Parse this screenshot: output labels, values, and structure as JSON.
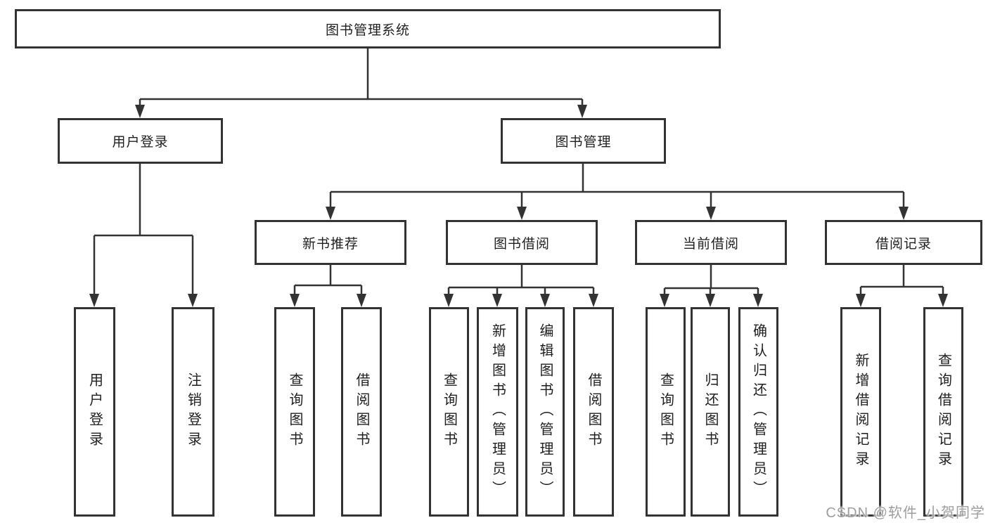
{
  "diagram": {
    "root": {
      "label": "图书管理系统"
    },
    "level2": [
      {
        "label": "用户登录"
      },
      {
        "label": "图书管理"
      }
    ],
    "level3": [
      {
        "label": "新书推荐",
        "parent": "图书管理"
      },
      {
        "label": "图书借阅",
        "parent": "图书管理"
      },
      {
        "label": "当前借阅",
        "parent": "图书管理"
      },
      {
        "label": "借阅记录",
        "parent": "图书管理"
      }
    ],
    "leaves": [
      {
        "label": "用户登录",
        "parent": "用户登录"
      },
      {
        "label": "注销登录",
        "parent": "用户登录"
      },
      {
        "label": "查询图书",
        "parent": "新书推荐"
      },
      {
        "label": "借阅图书",
        "parent": "新书推荐"
      },
      {
        "label": "查询图书",
        "parent": "图书借阅"
      },
      {
        "label": "新增图书（管理员）",
        "parent": "图书借阅"
      },
      {
        "label": "编辑图书（管理员）",
        "parent": "图书借阅"
      },
      {
        "label": "借阅图书",
        "parent": "图书借阅"
      },
      {
        "label": "查询图书",
        "parent": "当前借阅"
      },
      {
        "label": "归还图书",
        "parent": "当前借阅"
      },
      {
        "label": "确认归还（管理员）",
        "parent": "当前借阅"
      },
      {
        "label": "新增借阅记录",
        "parent": "借阅记录"
      },
      {
        "label": "查询借阅记录",
        "parent": "借阅记录"
      }
    ],
    "colors": {
      "line": "#333333",
      "box_border": "#333333",
      "box_fill": "#ffffff",
      "text": "#1f1f1f",
      "background": "#ffffff",
      "watermark": "#9e9e9e"
    }
  },
  "watermark": {
    "text": "CSDN @软件_小贺同学"
  }
}
